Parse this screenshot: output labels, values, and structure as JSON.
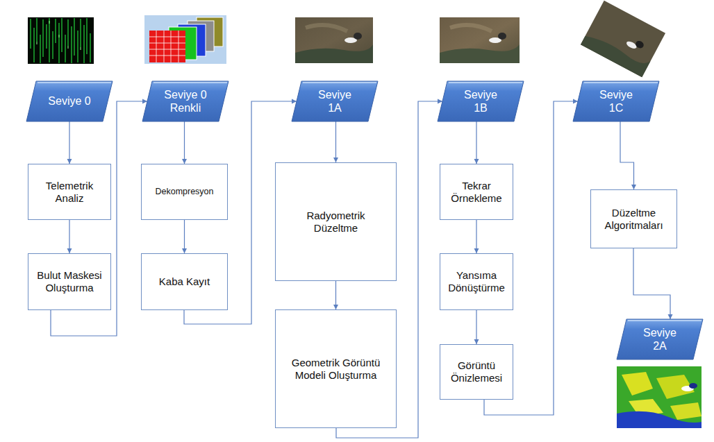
{
  "diagram": {
    "nodes": [
      {
        "text": [
          "Seviye 0"
        ]
      },
      {
        "text": [
          "Telemetrik Analiz"
        ]
      },
      {
        "text": [
          "Bulut Maskesi Oluşturma"
        ]
      },
      {
        "text": [
          "Seviye 0 Renkli"
        ]
      },
      {
        "text": [
          "Dekompresyon"
        ]
      },
      {
        "text": [
          "Kaba Kayıt"
        ]
      },
      {
        "text": [
          "Seviye 1A"
        ]
      },
      {
        "text": [
          "Radyometrik Düzeltme"
        ]
      },
      {
        "text": [
          "Geometrik Görüntü Modeli Oluşturma"
        ]
      },
      {
        "text": [
          "Seviye 1B"
        ]
      },
      {
        "text": [
          "Tekrar Örnekleme"
        ]
      },
      {
        "text": [
          "Yansıma Dönüştürme"
        ]
      },
      {
        "text": [
          "Görüntü Önizlemesi"
        ]
      },
      {
        "text": [
          "Seviye 1C"
        ]
      },
      {
        "text": [
          "Düzeltme Algoritmaları"
        ]
      },
      {
        "text": [
          "Seviye 2A"
        ]
      }
    ],
    "edges": [
      {
        "from": 0,
        "to": 1,
        "arrow": "to"
      },
      {
        "from": 1,
        "to": 2,
        "arrow": "to"
      },
      {
        "from": 2,
        "to": 3,
        "arrow": "to"
      },
      {
        "from": 3,
        "to": 4,
        "arrow": "to"
      },
      {
        "from": 4,
        "to": 5,
        "arrow": "to"
      },
      {
        "from": 5,
        "to": 6,
        "arrow": "to"
      },
      {
        "from": 6,
        "to": 7,
        "arrow": "to"
      },
      {
        "from": 7,
        "to": 8,
        "arrow": "to"
      },
      {
        "from": 8,
        "to": 9,
        "arrow": "to"
      },
      {
        "from": 9,
        "to": 10,
        "arrow": "to"
      },
      {
        "from": 10,
        "to": 11,
        "arrow": "to"
      },
      {
        "from": 11,
        "to": 12,
        "arrow": "to"
      },
      {
        "from": 12,
        "to": 13,
        "arrow": "to"
      },
      {
        "from": 13,
        "to": 14,
        "arrow": "to"
      },
      {
        "from": 14,
        "to": 15,
        "arrow": "to"
      }
    ]
  }
}
